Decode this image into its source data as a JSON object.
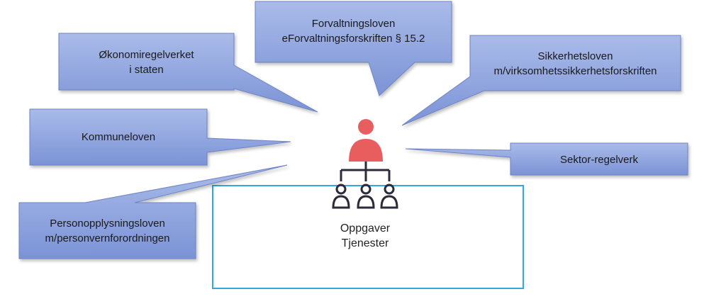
{
  "callouts": {
    "forvaltning": "Forvaltningsloven\neForvaltningsforskriften § 15.2",
    "okonomi": "Økonomiregelverket\ni staten",
    "sikkerhet": "Sikkerhetsloven\nm/virksomhetssikkerhetsforskriften",
    "kommune": "Kommuneloven",
    "sektor": "Sektor-regelverk",
    "personopplysning": "Personopplysningsloven\nm/personvernforordningen"
  },
  "center": {
    "label": "Oppgaver\nTjenester"
  },
  "colors": {
    "callout_top": "#a8b9e8",
    "callout_bottom": "#7d95d8",
    "callout_border": "#6d84c4",
    "frame": "#31a8e0",
    "person_head": "#e85d5d",
    "icon_stroke": "#2b2b3a"
  }
}
